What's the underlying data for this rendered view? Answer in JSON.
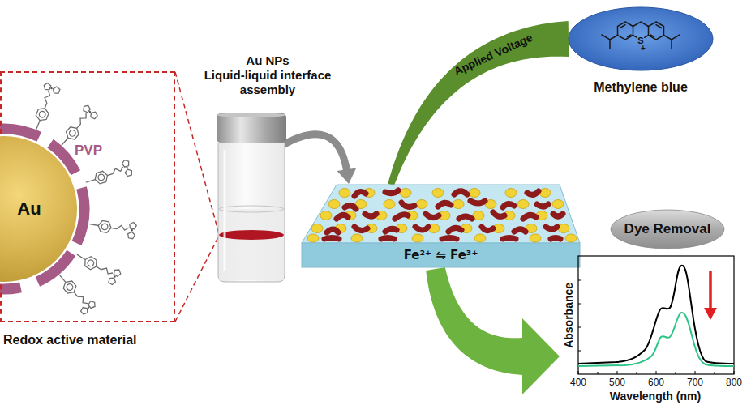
{
  "diagram": {
    "nodes": [
      {
        "text": [
          "Redox active material"
        ]
      },
      {
        "text": [
          "Au"
        ],
        "in": 0
      },
      {
        "text": [
          "Au NPs",
          "Liquid-liquid interface assembly"
        ]
      },
      {
        "text": [
          "Fe²⁺ ⇋ Fe³⁺"
        ]
      },
      {
        "text": [
          "Methylene blue"
        ]
      },
      {
        "text": [
          "Dye Removal"
        ]
      },
      {
        "text": [
          "Absorbance",
          "Wavelength (nm)"
        ]
      }
    ],
    "edges": [
      {
        "from": 2,
        "to": 3,
        "arrow": "to"
      },
      {
        "from": 3,
        "to": 4,
        "label": "Applied Voltage",
        "arrow": "none"
      },
      {
        "from": 3,
        "to": 6,
        "arrow": "to"
      }
    ],
    "labels": [
      "PVP",
      "S",
      "+",
      "400",
      "500",
      "600",
      "700",
      "800"
    ]
  }
}
